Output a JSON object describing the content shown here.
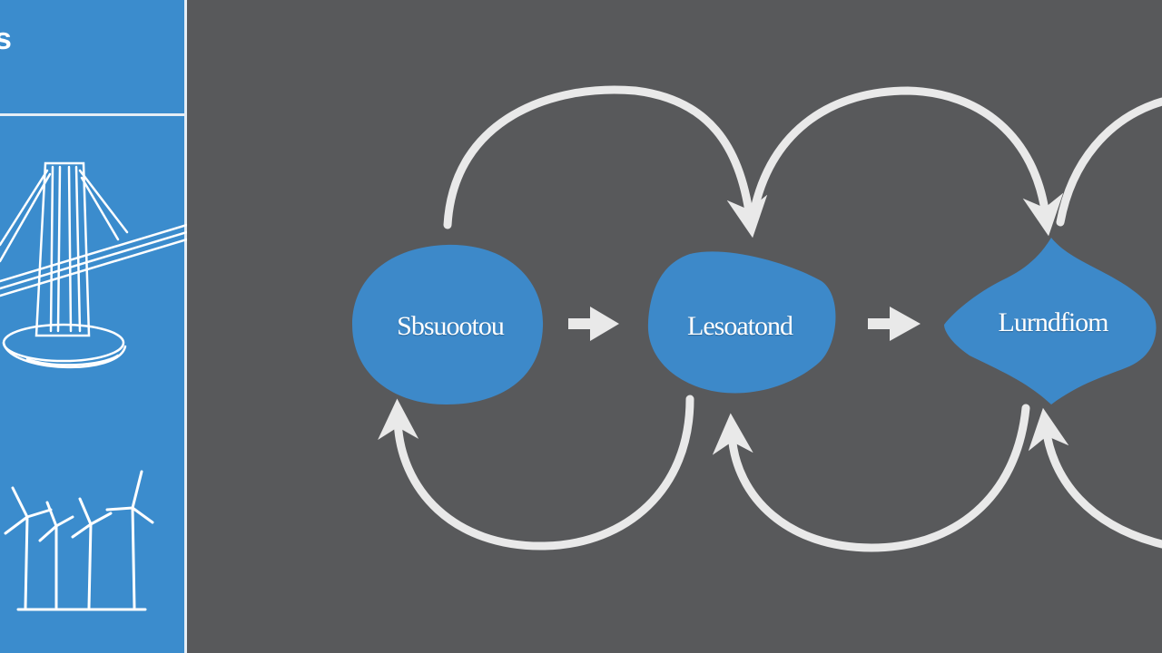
{
  "colors": {
    "background": "#58595b",
    "sidebar": "#3b8ccd",
    "node_fill": "#3d89c9",
    "arrow": "#e9e9e9"
  },
  "sidebar": {
    "header_text": "s",
    "icons": [
      "bridge-icon",
      "wind-turbines-icon"
    ]
  },
  "diagram": {
    "nodes": [
      {
        "label": "Sbsuootou"
      },
      {
        "label": "Lesoatond"
      },
      {
        "label": "Lurndfiom"
      }
    ],
    "edges": [
      {
        "from": 0,
        "to": 1,
        "style": "straight-arrow"
      },
      {
        "from": 1,
        "to": 2,
        "style": "straight-arrow"
      },
      {
        "from": 0,
        "to": 1,
        "style": "upper-loop"
      },
      {
        "from": 1,
        "to": 2,
        "style": "upper-loop"
      },
      {
        "from": 1,
        "to": 0,
        "style": "lower-loop"
      },
      {
        "from": 2,
        "to": 1,
        "style": "lower-loop"
      }
    ]
  }
}
